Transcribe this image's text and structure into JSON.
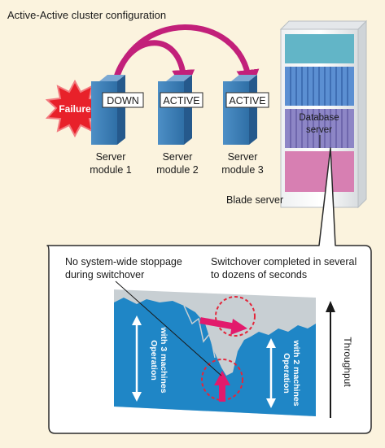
{
  "title": "Active-Active cluster configuration",
  "failure_label": "Failure",
  "modules": [
    {
      "status": "DOWN",
      "name_line1": "Server",
      "name_line2": "module 1"
    },
    {
      "status": "ACTIVE",
      "name_line1": "Server",
      "name_line2": "module 2"
    },
    {
      "status": "ACTIVE",
      "name_line1": "Server",
      "name_line2": "module 3"
    }
  ],
  "database": {
    "line1": "Database",
    "line2": "server"
  },
  "blade_server_label": "Blade server",
  "detail": {
    "note_left_line1": "No system-wide stoppage",
    "note_left_line2": "during switchover",
    "note_right_line1": "Switchover completed in several",
    "note_right_line2": "to dozens of seconds",
    "op3_line1": "Operation",
    "op3_line2": "with 3 machines",
    "op2_line1": "Operation",
    "op2_line2": "with 2 machines",
    "throughput_label": "Throughput"
  },
  "colors": {
    "background": "#fbf3de",
    "server_blue": "#3d7fb8",
    "arc_magenta": "#c2207a",
    "failure_red": "#e8212a",
    "chart_blue": "#1f86c6",
    "chart_gray": "#c8cfd3"
  }
}
